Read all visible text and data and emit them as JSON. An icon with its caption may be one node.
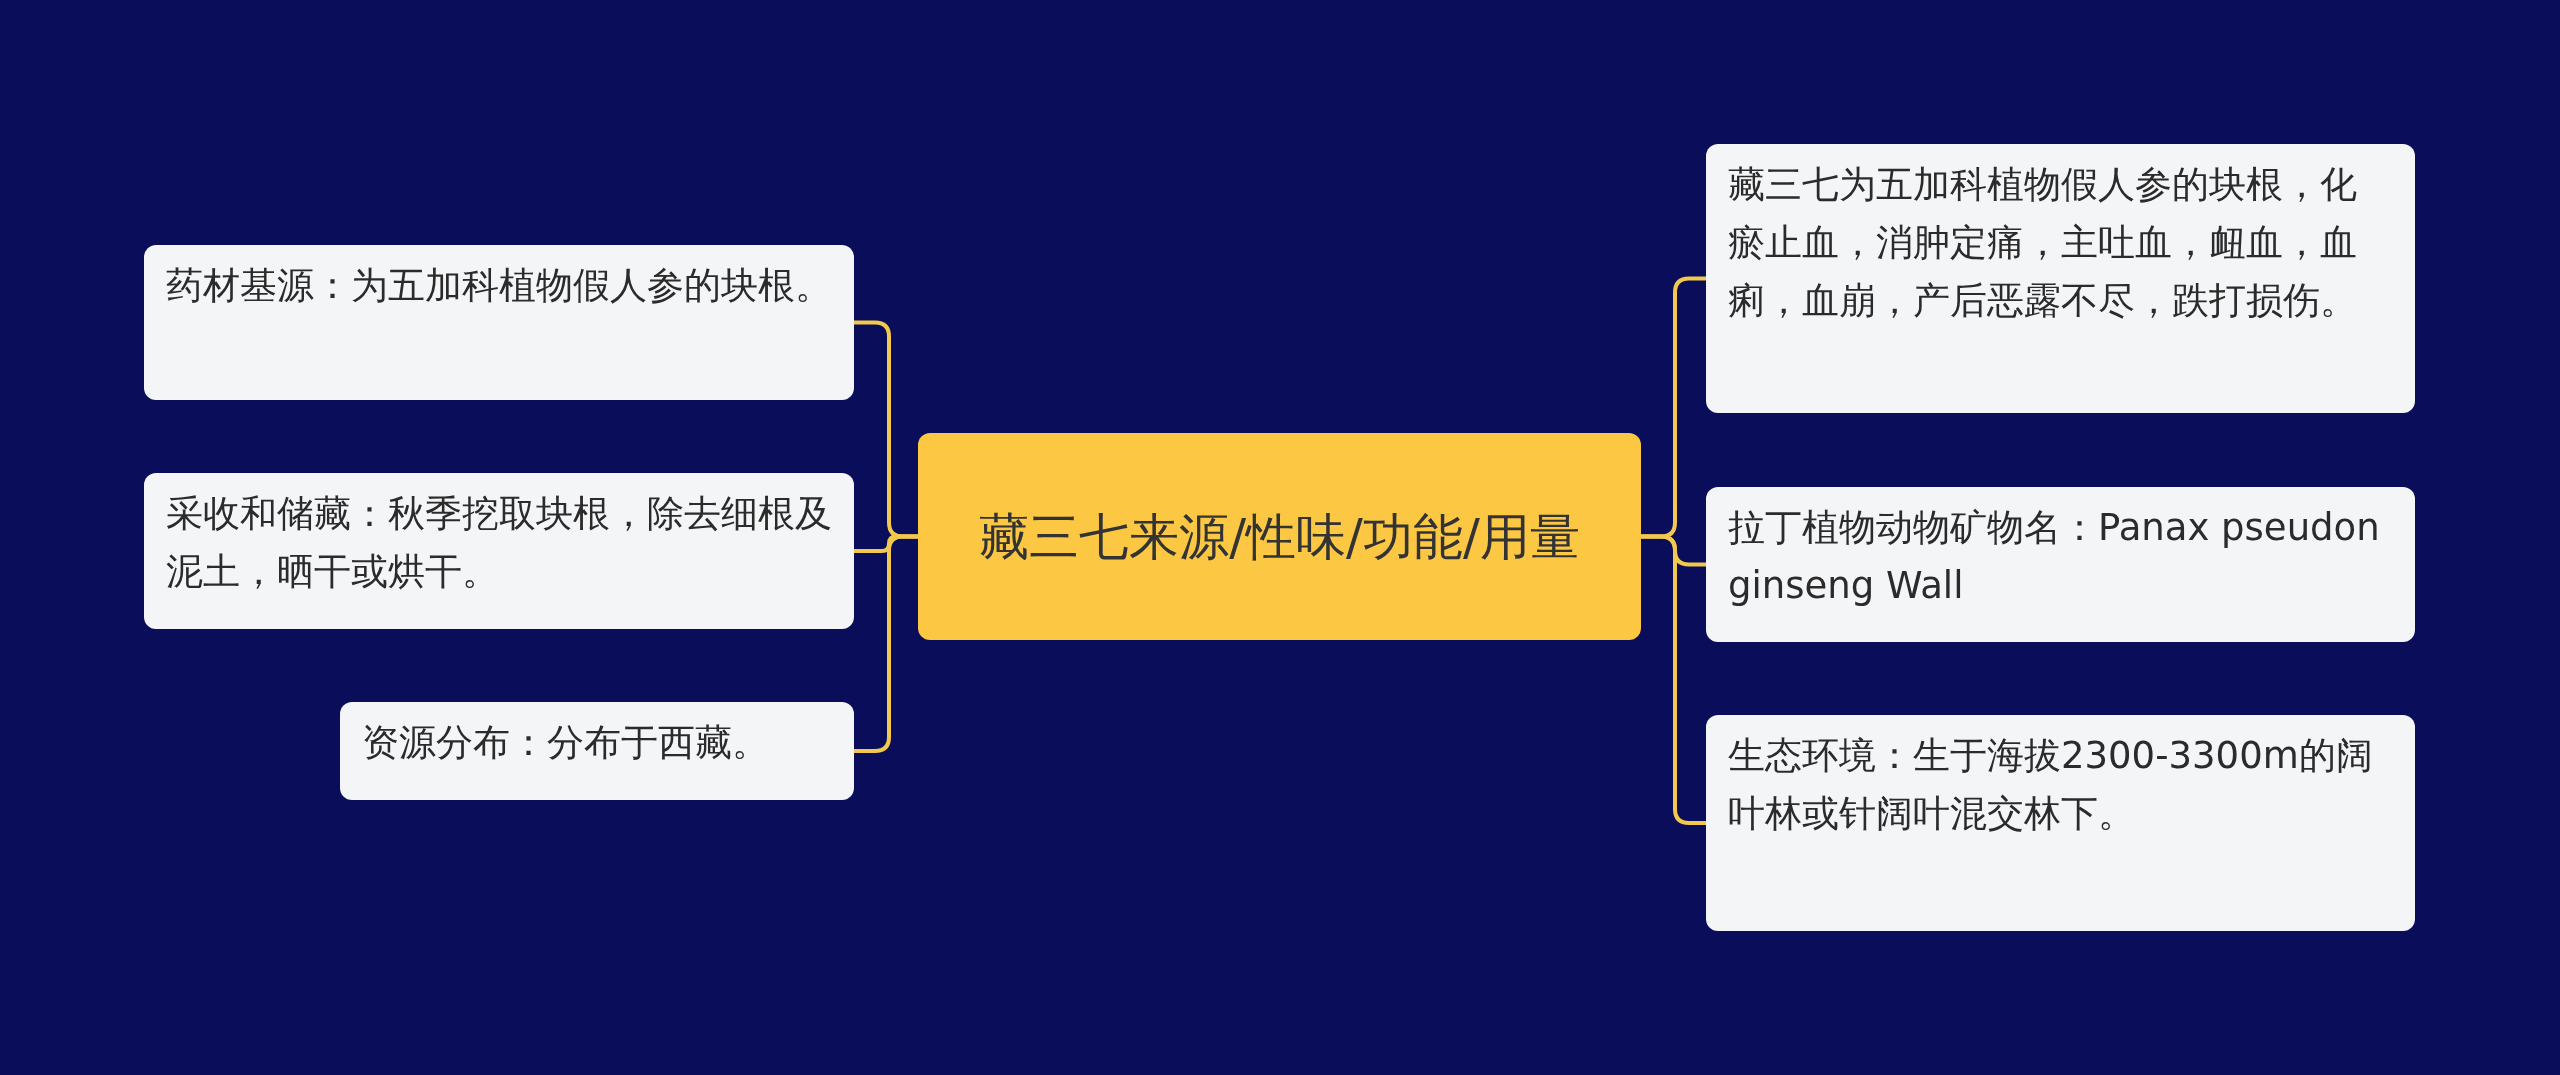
{
  "diagram": {
    "nodes": [
      {
        "text": [
          "藏三七来源/性味/功能/用量"
        ]
      },
      {
        "text": [
          "药材基源：为五加科植物假人参的块根。"
        ]
      },
      {
        "text": [
          "采收和储藏：秋季挖取块根，除去细根及泥土，晒干或烘干。"
        ]
      },
      {
        "text": [
          "资源分布：分布于西藏。"
        ]
      },
      {
        "text": [
          "藏三七为五加科植物假人参的块根，化瘀止血，消肿定痛，主吐血，衄血，血痢，血崩，产后恶露不尽，跌打损伤。"
        ]
      },
      {
        "text": [
          "拉丁植物动物矿物名：Panax pseudonginseng Wall"
        ]
      },
      {
        "text": [
          "生态环境：生于海拔2300-3300m的阔叶林或针阔叶混交林下。"
        ]
      }
    ],
    "edges": [
      {
        "from": 0,
        "to": 1,
        "arrow": "none"
      },
      {
        "from": 0,
        "to": 2,
        "arrow": "none"
      },
      {
        "from": 0,
        "to": 3,
        "arrow": "none"
      },
      {
        "from": 0,
        "to": 4,
        "arrow": "none"
      },
      {
        "from": 0,
        "to": 5,
        "arrow": "none"
      },
      {
        "from": 0,
        "to": 6,
        "arrow": "none"
      }
    ]
  }
}
